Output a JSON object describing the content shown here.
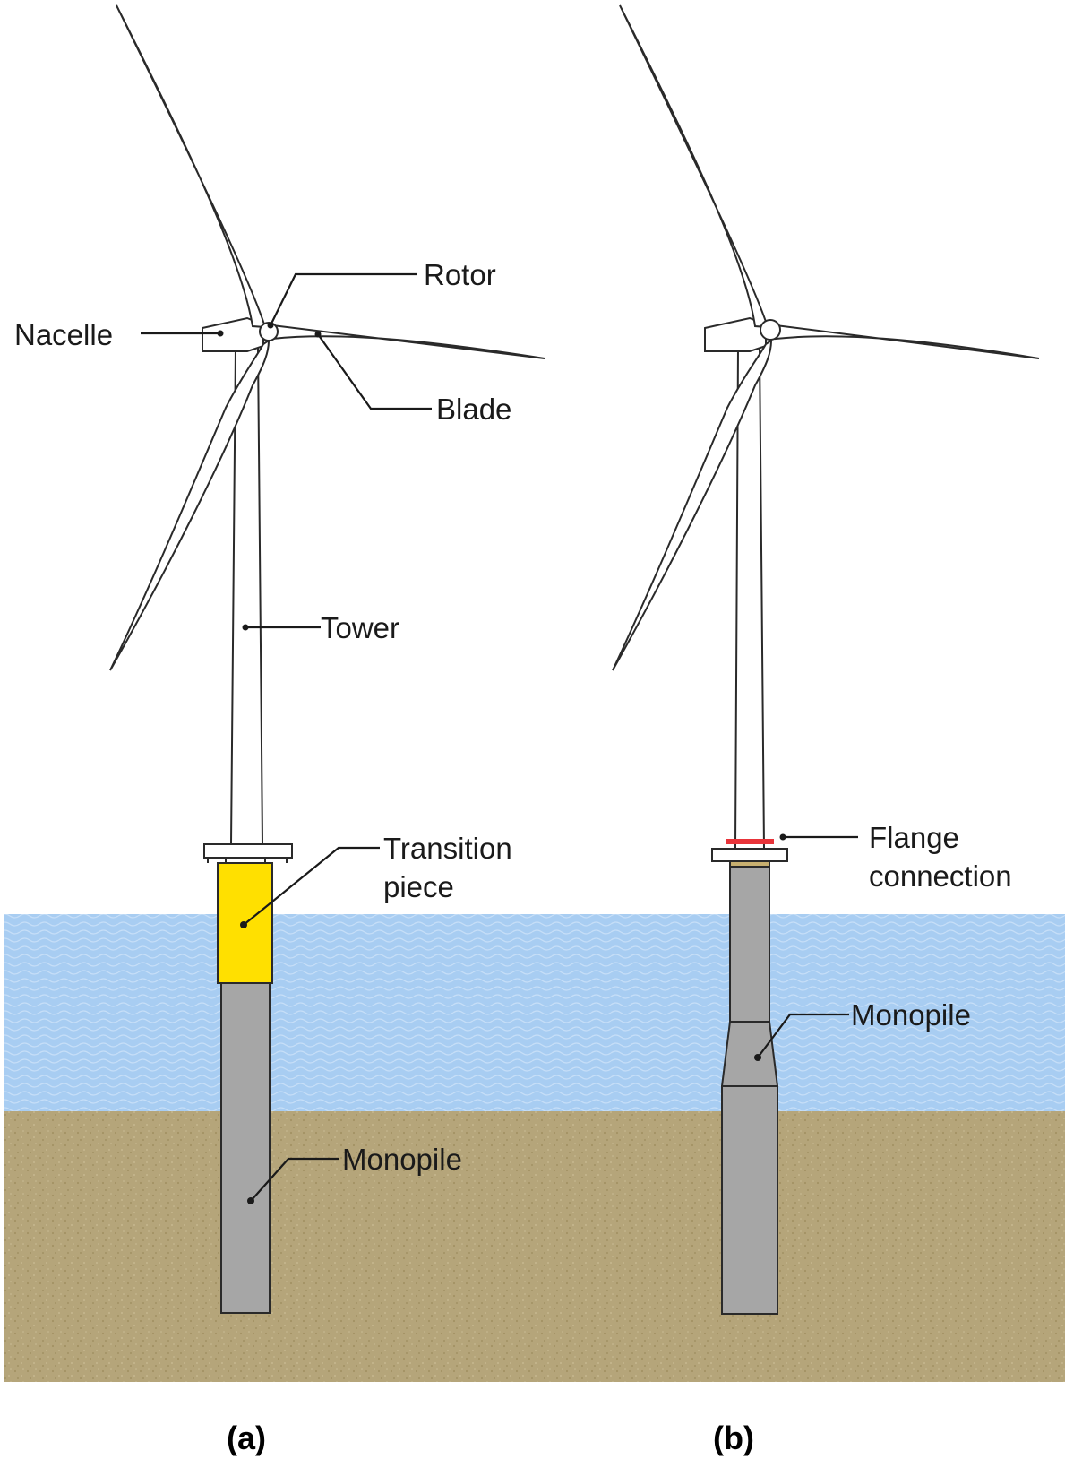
{
  "colors": {
    "sea": "#a8cdf2",
    "seabed": "#b5a57a",
    "transition_piece": "#ffe000",
    "monopile": "#a6a6a6",
    "tower": "#ffffff",
    "flange": "#e8343a"
  },
  "panel_a": {
    "caption": "(a)",
    "labels": {
      "rotor": "Rotor",
      "nacelle": "Nacelle",
      "blade": "Blade",
      "tower": "Tower",
      "transition_piece_line1": "Transition",
      "transition_piece_line2": "piece",
      "monopile": "Monopile"
    }
  },
  "panel_b": {
    "caption": "(b)",
    "labels": {
      "flange_line1": "Flange",
      "flange_line2": "connection",
      "monopile": "Monopile"
    }
  }
}
